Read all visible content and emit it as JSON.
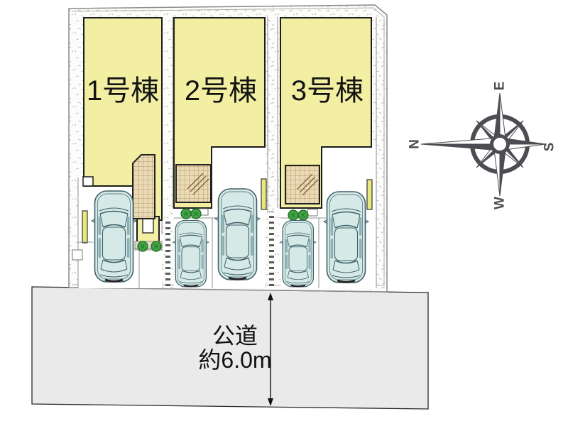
{
  "labels": {
    "building1": "1号棟",
    "building2": "2号棟",
    "building3": "3号棟"
  },
  "road": {
    "name": "公道",
    "width_note": "約6.0m"
  },
  "compass": {
    "north": "N",
    "east": "E",
    "south": "S",
    "west": "W"
  },
  "colors": {
    "building_fill": "#f2efa2",
    "terrace_fill": "#eadbb6",
    "car_fill": "#d5e9e6",
    "road_fill": "#eaeaea",
    "shrub_green": "#3fa045",
    "bar_yellow": "#e9e97b",
    "compass": "#4c4c52"
  }
}
